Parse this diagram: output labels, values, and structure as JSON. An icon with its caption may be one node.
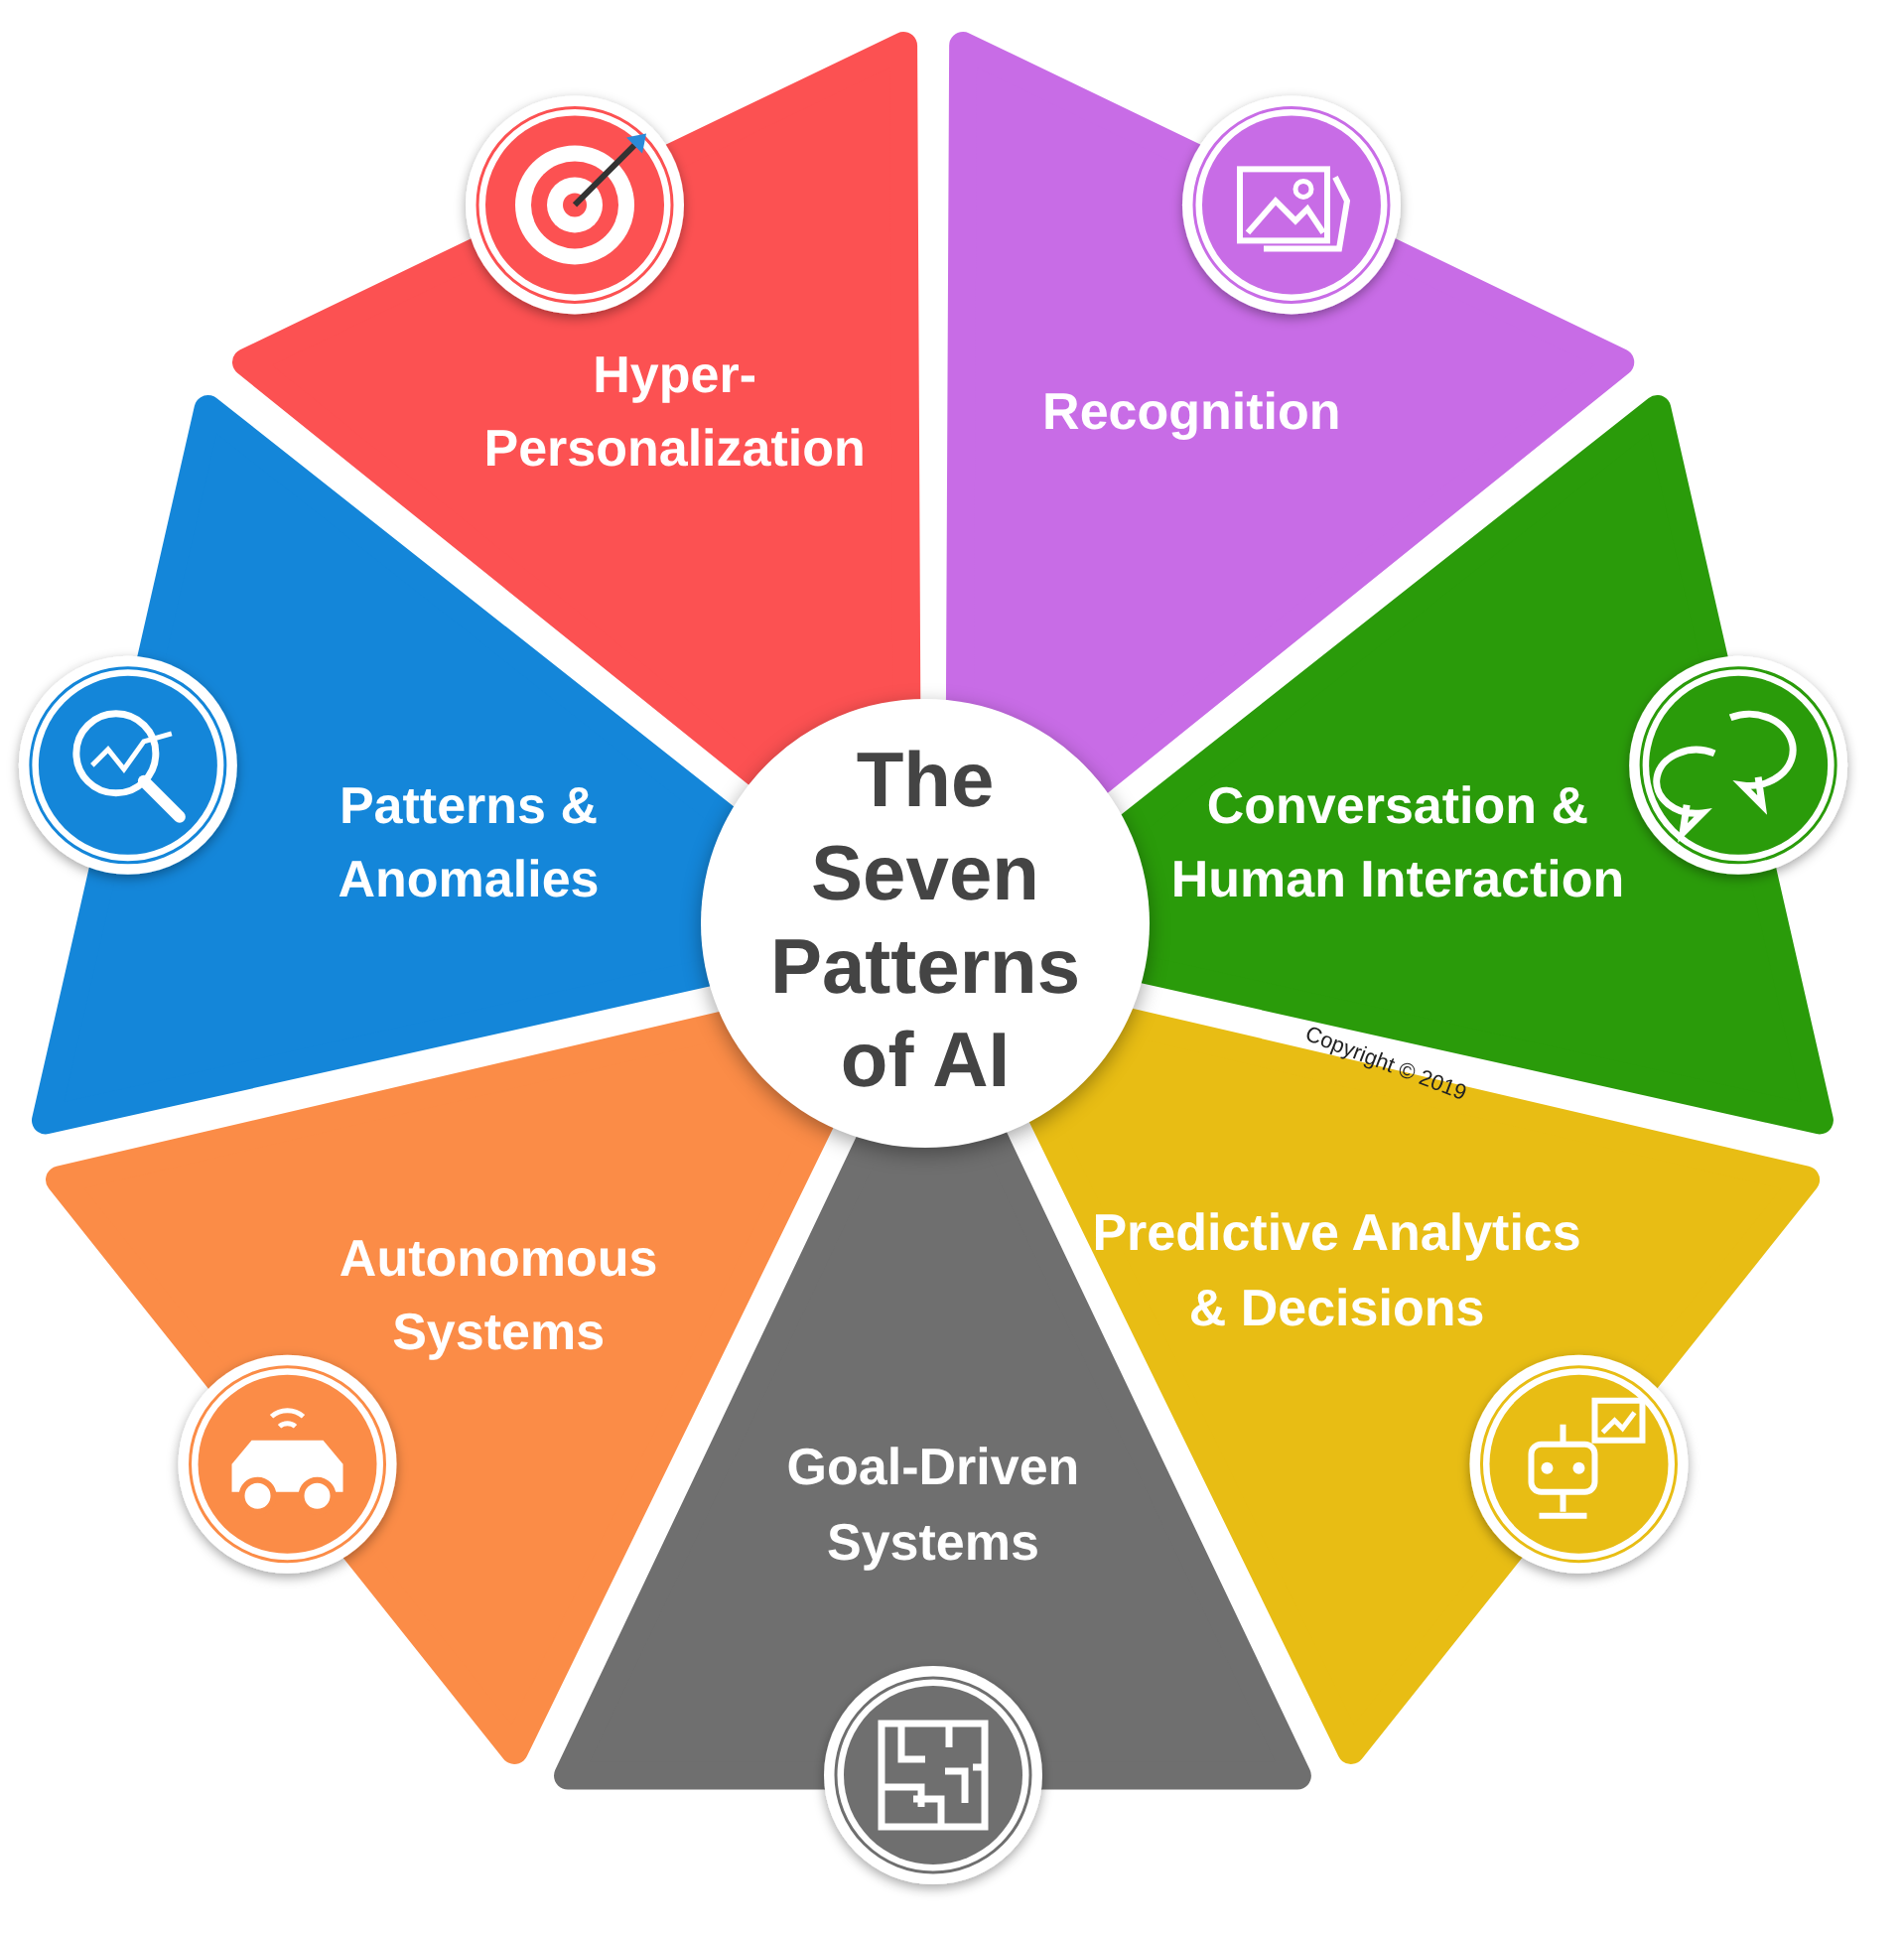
{
  "diagram": {
    "nodes": [
      {
        "text": [
          "The Seven Patterns of AI"
        ]
      },
      {
        "text": [
          "Recognition"
        ]
      },
      {
        "text": [
          "Conversation & Human Interaction"
        ]
      },
      {
        "text": [
          "Predictive Analytics & Decisions"
        ]
      },
      {
        "text": [
          "Goal-Driven Systems"
        ]
      },
      {
        "text": [
          "Autonomous Systems"
        ]
      },
      {
        "text": [
          "Patterns & Anomalies"
        ]
      },
      {
        "text": [
          "Hyper-Personalization"
        ]
      }
    ],
    "labels": [
      "Copyright © 2019"
    ]
  }
}
